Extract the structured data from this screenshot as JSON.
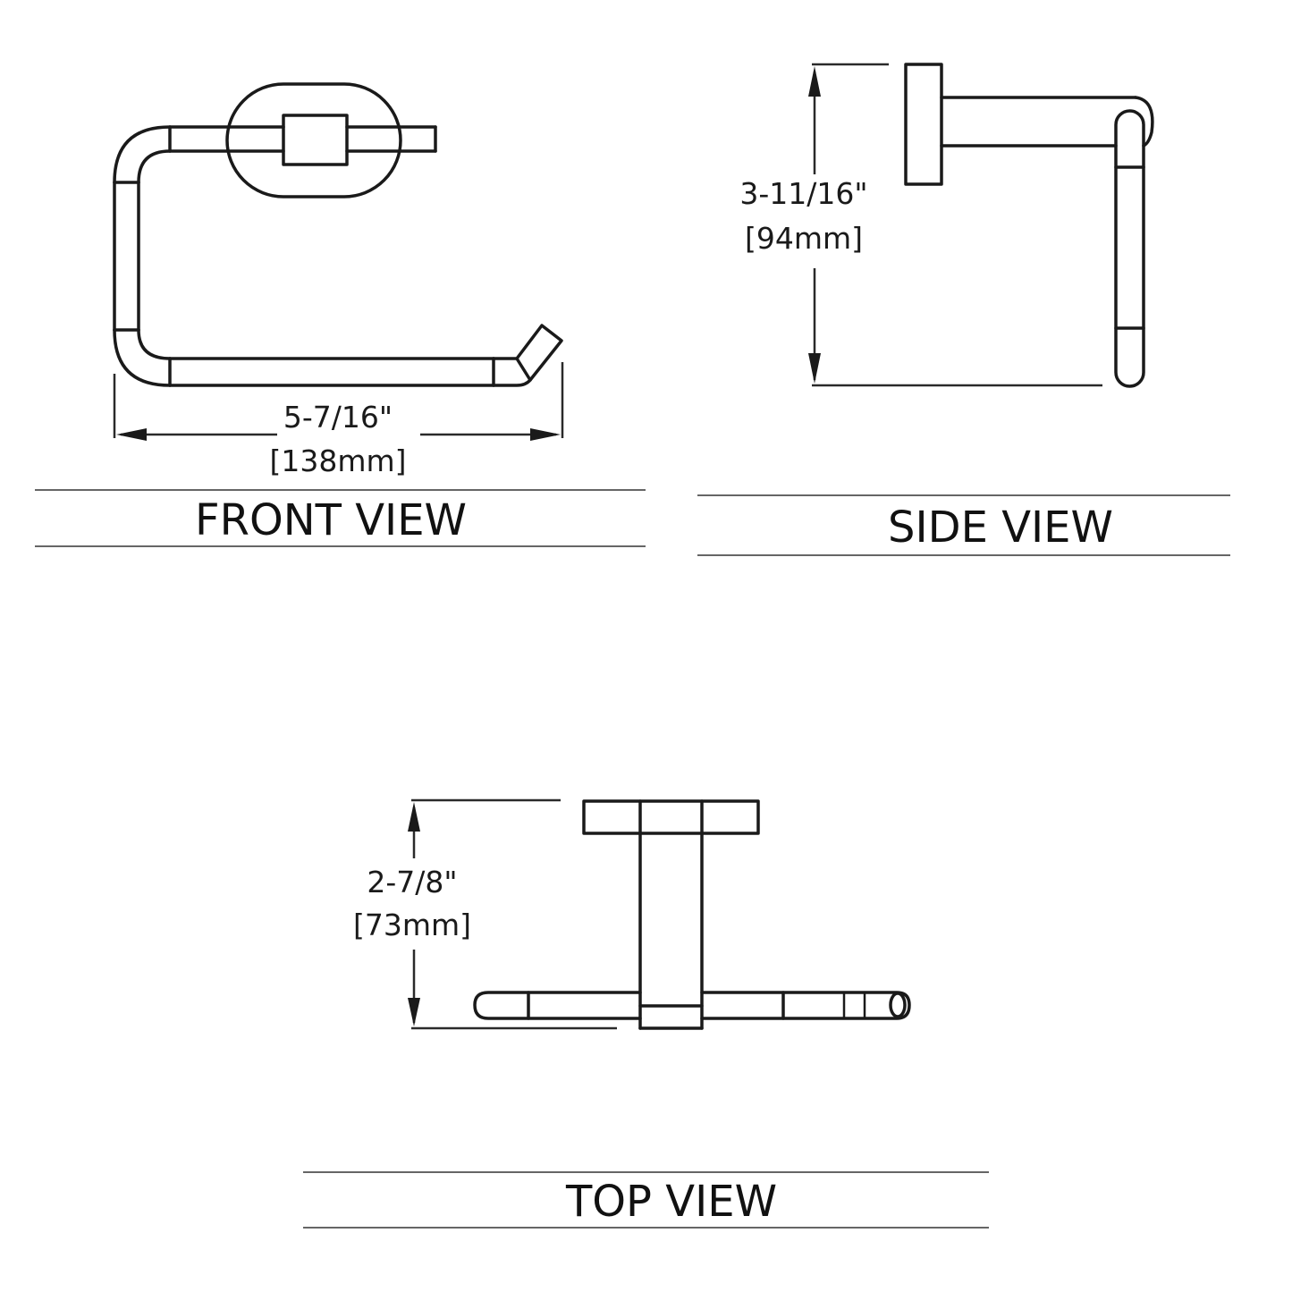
{
  "front_view": {
    "dimension_imperial": "5-7/16\"",
    "dimension_metric": "[138mm]",
    "label": "FRONT VIEW"
  },
  "side_view": {
    "dimension_imperial": "3-11/16\"",
    "dimension_metric": "[94mm]",
    "label": "SIDE VIEW"
  },
  "top_view": {
    "dimension_imperial": "2-7/8\"",
    "dimension_metric": "[73mm]",
    "label": "TOP VIEW"
  }
}
